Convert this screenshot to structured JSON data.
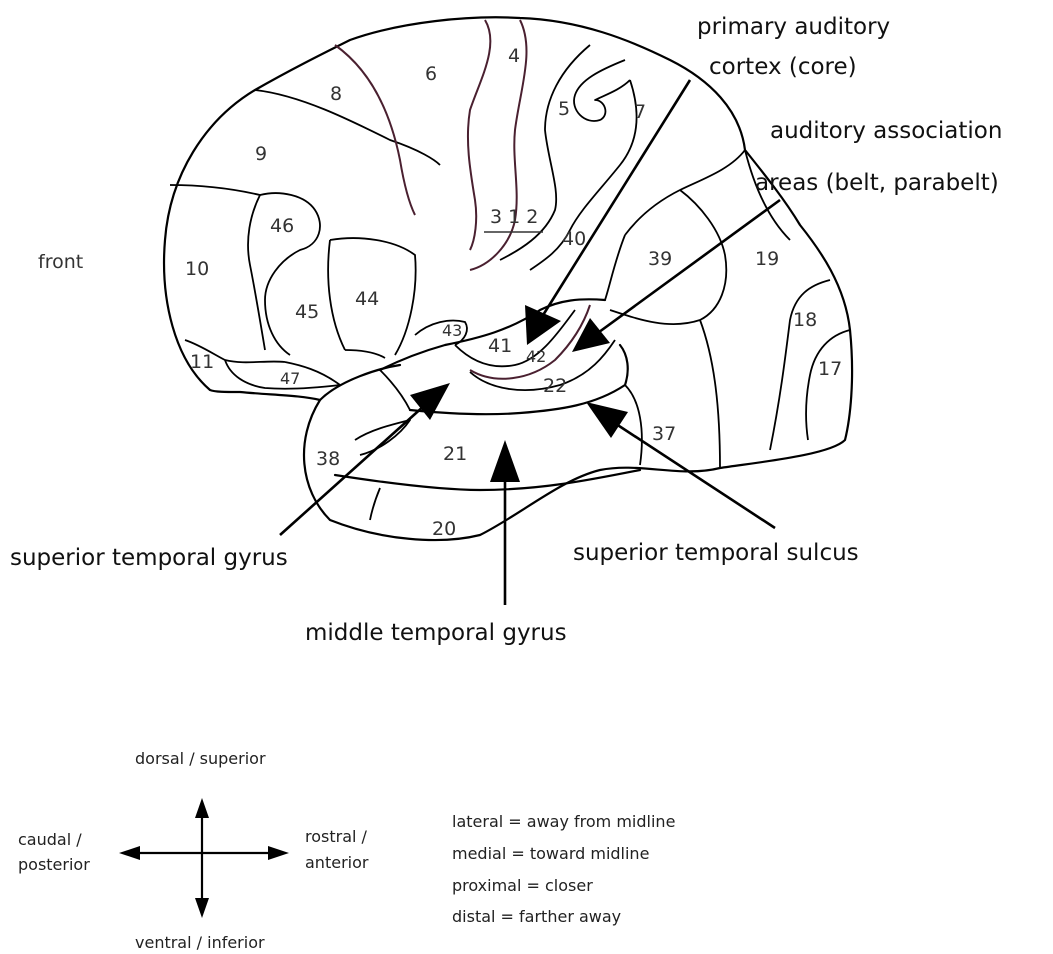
{
  "areas": {
    "a4": "4",
    "a5": "5",
    "a6": "6",
    "a7": "7",
    "a8": "8",
    "a9": "9",
    "a10": "10",
    "a11": "11",
    "a17": "17",
    "a18": "18",
    "a19": "19",
    "a20": "20",
    "a21": "21",
    "a22": "22",
    "a37": "37",
    "a38": "38",
    "a39": "39",
    "a40": "40",
    "a41": "41",
    "a42": "42",
    "a43": "43",
    "a44": "44",
    "a45": "45",
    "a46": "46",
    "a47": "47",
    "a312": "3 1 2"
  },
  "front_label": "front",
  "labels": {
    "primary_auditory_1": "primary auditory",
    "primary_auditory_2": "cortex (core)",
    "auditory_assoc_1": "auditory association",
    "auditory_assoc_2": "areas (belt, parabelt)",
    "superior_temporal_gyrus": "superior temporal gyrus",
    "superior_temporal_sulcus": "superior temporal sulcus",
    "middle_temporal_gyrus": "middle temporal gyrus"
  },
  "orientation": {
    "dorsal": "dorsal / superior",
    "ventral": "ventral / inferior",
    "caudal_1": "caudal /",
    "caudal_2": "posterior",
    "rostral_1": "rostral /",
    "rostral_2": "anterior"
  },
  "definitions": [
    "lateral = away from midline",
    "medial = toward midline",
    "proximal = closer",
    "distal = farther away"
  ]
}
